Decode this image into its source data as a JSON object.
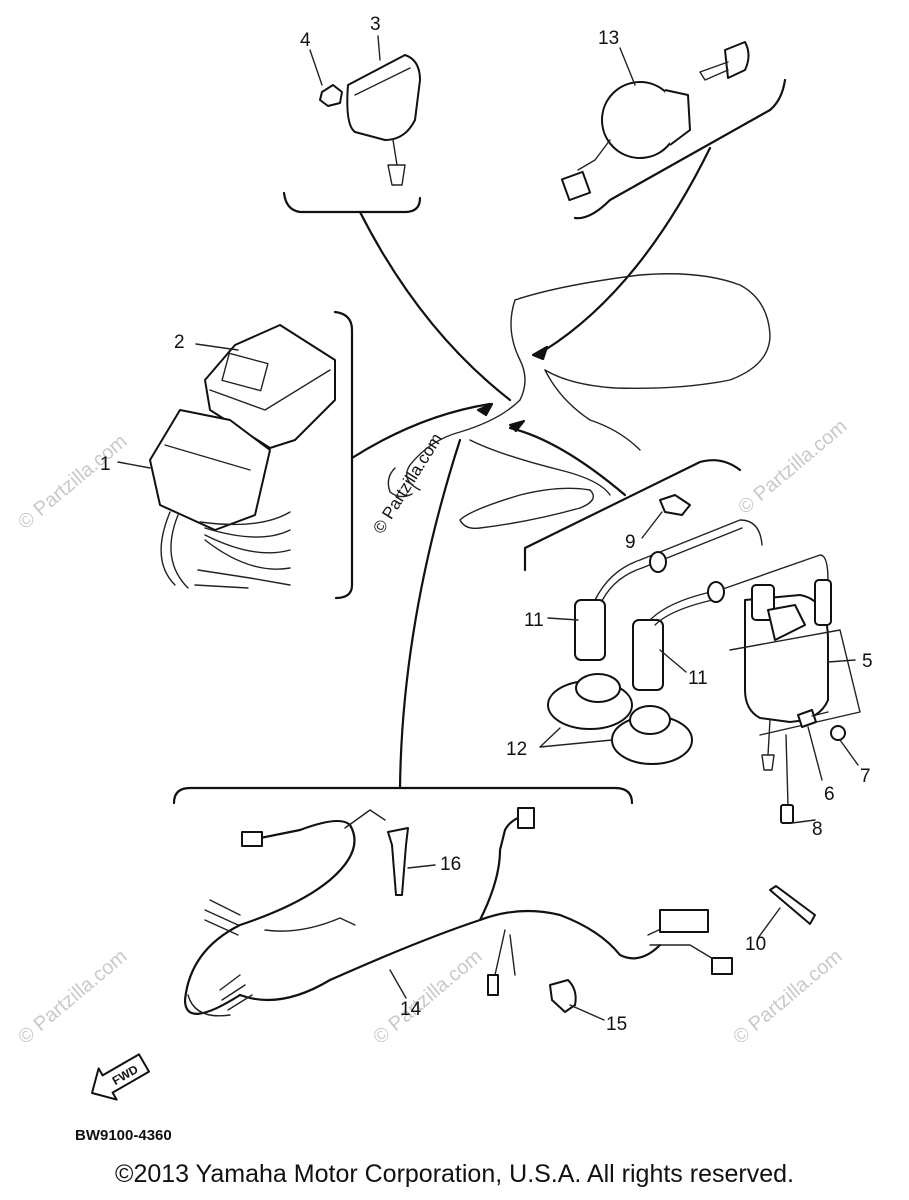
{
  "callouts": [
    "1",
    "2",
    "3",
    "4",
    "5",
    "6",
    "7",
    "8",
    "9",
    "10",
    "11",
    "11",
    "12",
    "13",
    "14",
    "15",
    "16"
  ],
  "watermark": "© Partzilla.com",
  "fwd_label": "FWD",
  "diagram_code": "BW9100-4360",
  "copyright": "©2013  Yamaha Motor Corporation, U.S.A. All rights reserved."
}
